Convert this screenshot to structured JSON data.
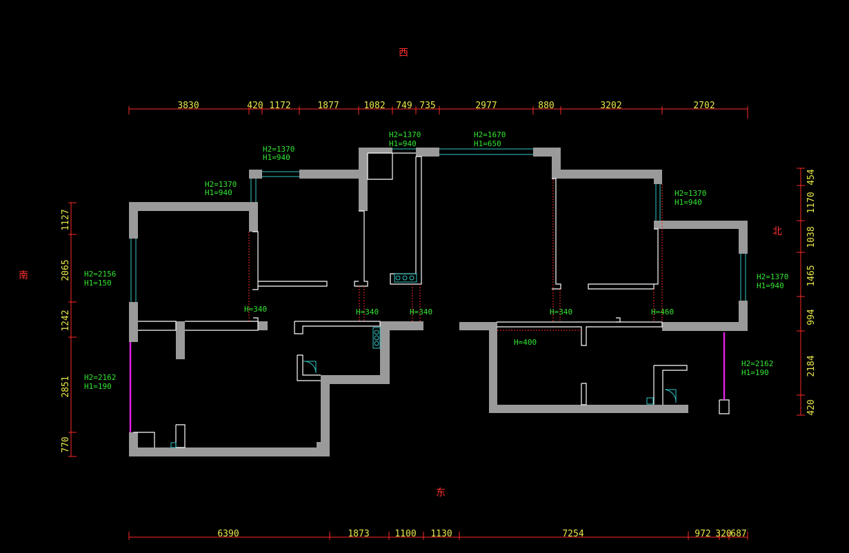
{
  "compass": {
    "west": "西",
    "east": "东",
    "south": "南",
    "north": "北"
  },
  "dims": {
    "top": [
      "3830",
      "420",
      "1172",
      "1877",
      "1082",
      "749",
      "735",
      "2977",
      "880",
      "3202",
      "2702"
    ],
    "bottom": [
      "6390",
      "1873",
      "1100",
      "1130",
      "7254",
      "972",
      "320",
      "687"
    ],
    "left": [
      "1127",
      "2065",
      "1242",
      "2851",
      "770"
    ],
    "right": [
      "454",
      "1170",
      "1038",
      "1465",
      "994",
      "2184",
      "420"
    ]
  },
  "annotations": {
    "w1_h2": "H2=1370",
    "w1_h1": "H1=940",
    "w2_h2": "H2=1370",
    "w2_h1": "H1=940",
    "w3_h2": "H2=1370",
    "w3_h1": "H1=940",
    "w4_h2": "H2=1670",
    "w4_h1": "H1=650",
    "w5_h2": "H2=1370",
    "w5_h1": "H1=940",
    "w6_h2": "H2=1370",
    "w6_h1": "H1=940",
    "w7_h2": "H2=2156",
    "w7_h1": "H1=150",
    "w8_h2": "H2=2162",
    "w8_h1": "H1=190",
    "w9_h2": "H2=2162",
    "w9_h1": "H1=190",
    "b1": "H=340",
    "b2": "H=340",
    "b3": "H=340",
    "b4": "H=340",
    "b5": "H=460",
    "b6": "H=400"
  }
}
